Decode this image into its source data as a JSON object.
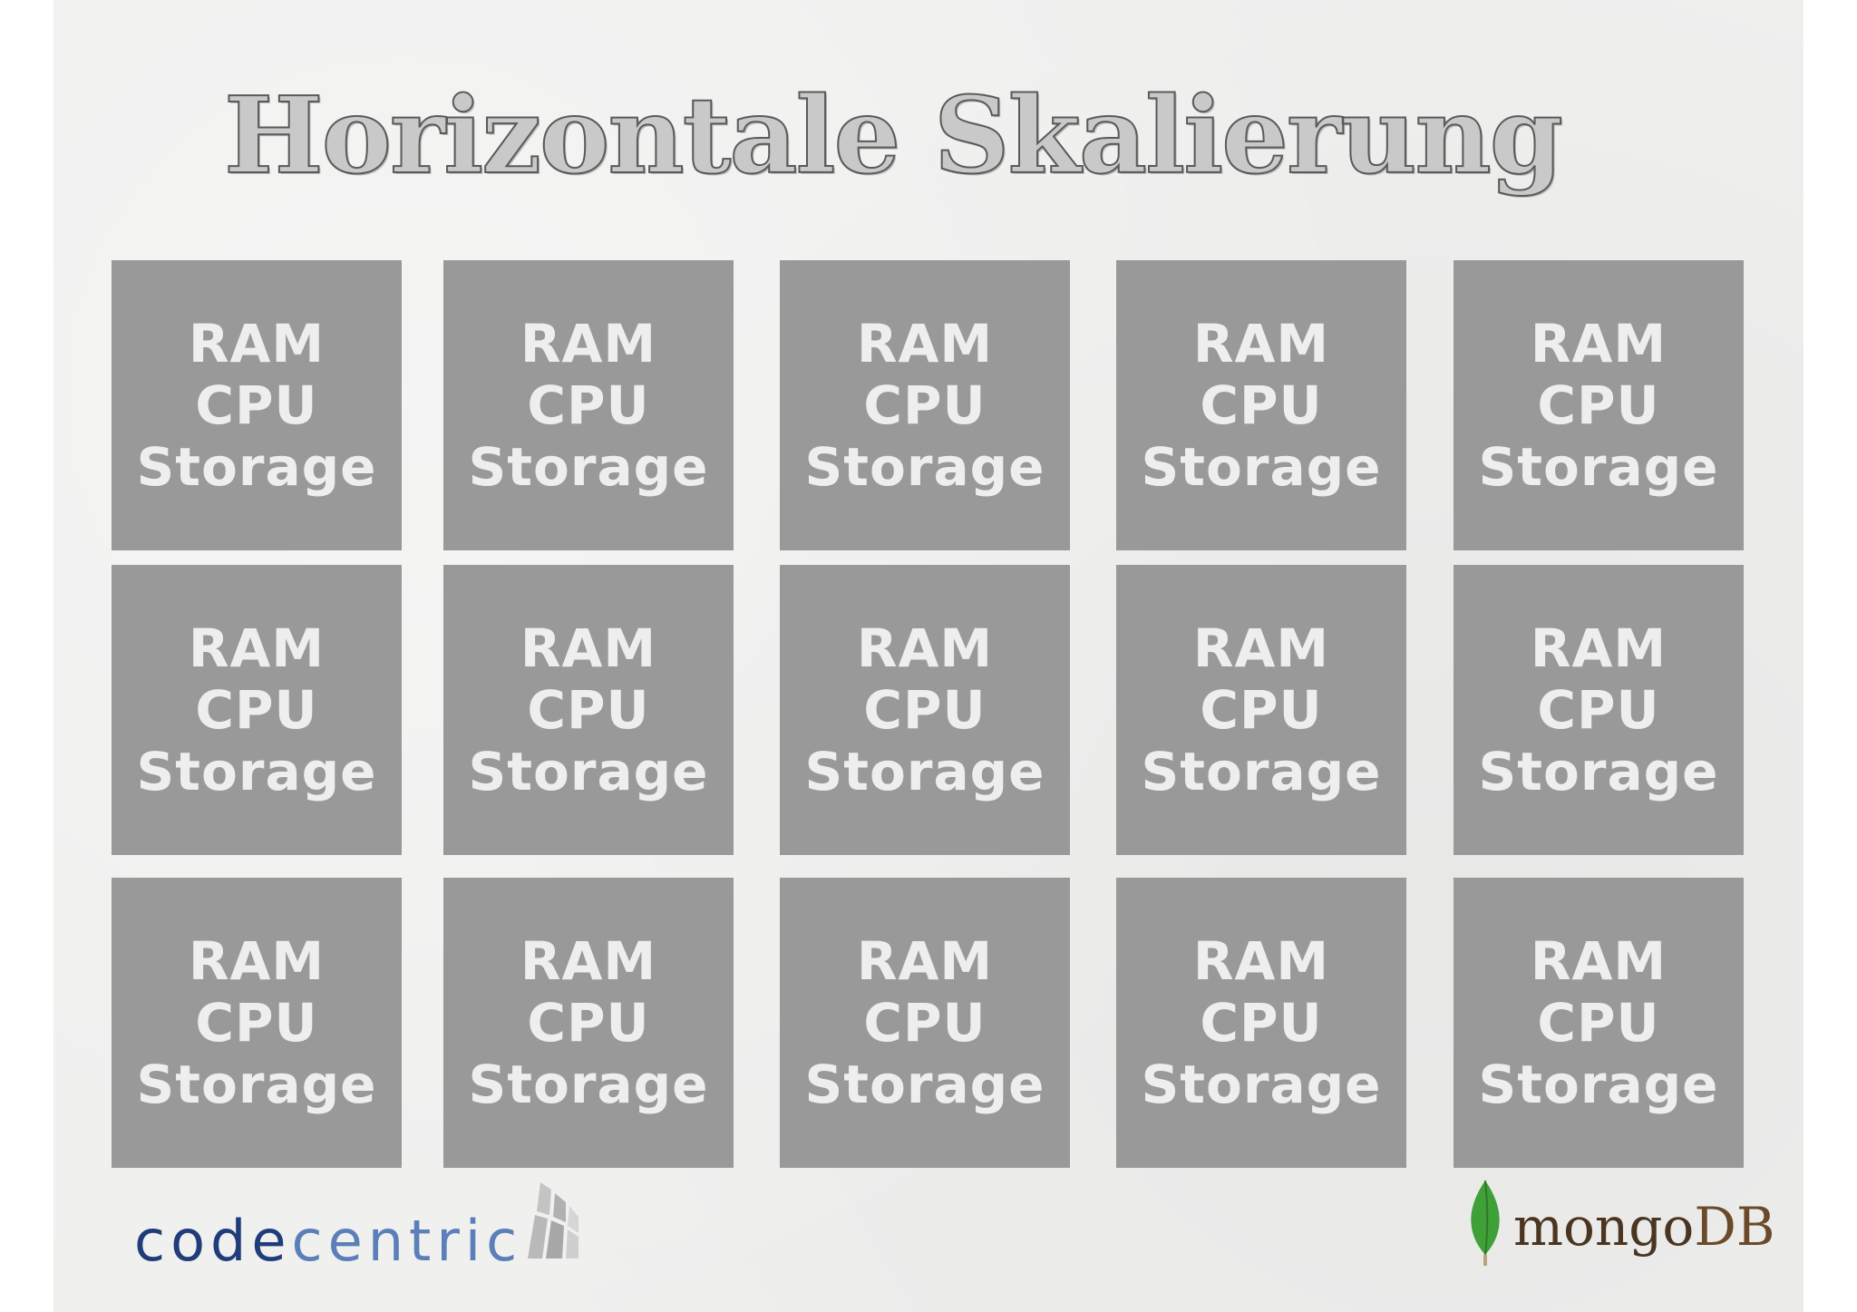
{
  "slide": {
    "title": "Horizontale Skalierung",
    "server_box": {
      "line1": "RAM",
      "line2": "CPU",
      "line3": "Storage"
    },
    "rows": 3,
    "columns": 5
  },
  "logos": {
    "left": {
      "name": "codecentric",
      "text_part1": "code",
      "text_part2": "centric",
      "colors": {
        "primary": "#1f3d7a",
        "secondary": "#5b7fb8"
      }
    },
    "right": {
      "name": "mongoDB",
      "text_part1": "mongo",
      "text_part2": "DB",
      "colors": {
        "leaf": "#3fa037",
        "text": "#4a3520"
      }
    }
  },
  "colors": {
    "background": "#efefee",
    "box": "#999999",
    "box_text": "#eeeeee",
    "title_fill": "#c9c9c9",
    "title_stroke": "#5a5a5a"
  }
}
